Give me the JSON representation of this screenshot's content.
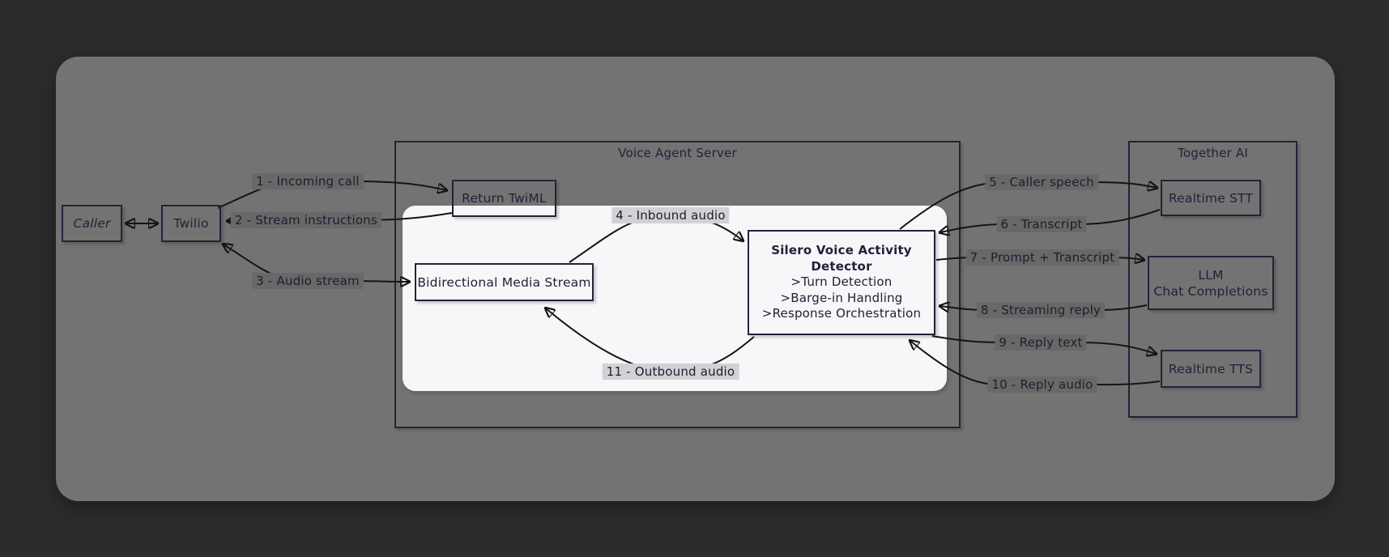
{
  "diagram": {
    "colors": {
      "page_background": "#2b2c2d",
      "panel_background": "#737373",
      "inner_panel_background": "#f7f7f9",
      "node_border": "#23233a",
      "text": "#21213a",
      "edge_stroke": "#141414",
      "edge_label_background_on_gray": "#686868",
      "edge_label_background_on_light": "#d2d2d6"
    },
    "containers": {
      "voice_agent_server": {
        "title": "Voice Agent Server"
      },
      "together_ai": {
        "title": "Together AI"
      }
    },
    "nodes": {
      "caller": {
        "label": "Caller"
      },
      "twilio": {
        "label": "Twilio"
      },
      "return_twiml": {
        "label": "Return TwiML"
      },
      "media_stream": {
        "label": "Bidirectional Media Stream"
      },
      "vad": {
        "title": "Silero Voice Activity Detector",
        "items": [
          ">Turn Detection",
          ">Barge-in Handling",
          ">Response Orchestration"
        ]
      },
      "stt": {
        "label": "Realtime STT"
      },
      "llm": {
        "line1": "LLM",
        "line2": "Chat Completions"
      },
      "tts": {
        "label": "Realtime TTS"
      }
    },
    "edges": [
      {
        "label": "",
        "from": "caller",
        "to": "twilio",
        "bidirectional": true
      },
      {
        "label": "1 - Incoming call",
        "from": "twilio",
        "to": "return_twiml"
      },
      {
        "label": "2 - Stream instructions",
        "from": "return_twiml",
        "to": "twilio"
      },
      {
        "label": "3 - Audio stream",
        "from": "twilio",
        "to": "media_stream",
        "bidirectional": true
      },
      {
        "label": "4 - Inbound audio",
        "from": "media_stream",
        "to": "vad"
      },
      {
        "label": "5 - Caller speech",
        "from": "vad",
        "to": "stt"
      },
      {
        "label": "6 - Transcript",
        "from": "stt",
        "to": "vad"
      },
      {
        "label": "7 - Prompt + Transcript",
        "from": "vad",
        "to": "llm"
      },
      {
        "label": "8 - Streaming reply",
        "from": "llm",
        "to": "vad"
      },
      {
        "label": "9 - Reply text",
        "from": "vad",
        "to": "tts"
      },
      {
        "label": "10 - Reply audio",
        "from": "tts",
        "to": "vad"
      },
      {
        "label": "11 - Outbound audio",
        "from": "vad",
        "to": "media_stream"
      }
    ]
  }
}
